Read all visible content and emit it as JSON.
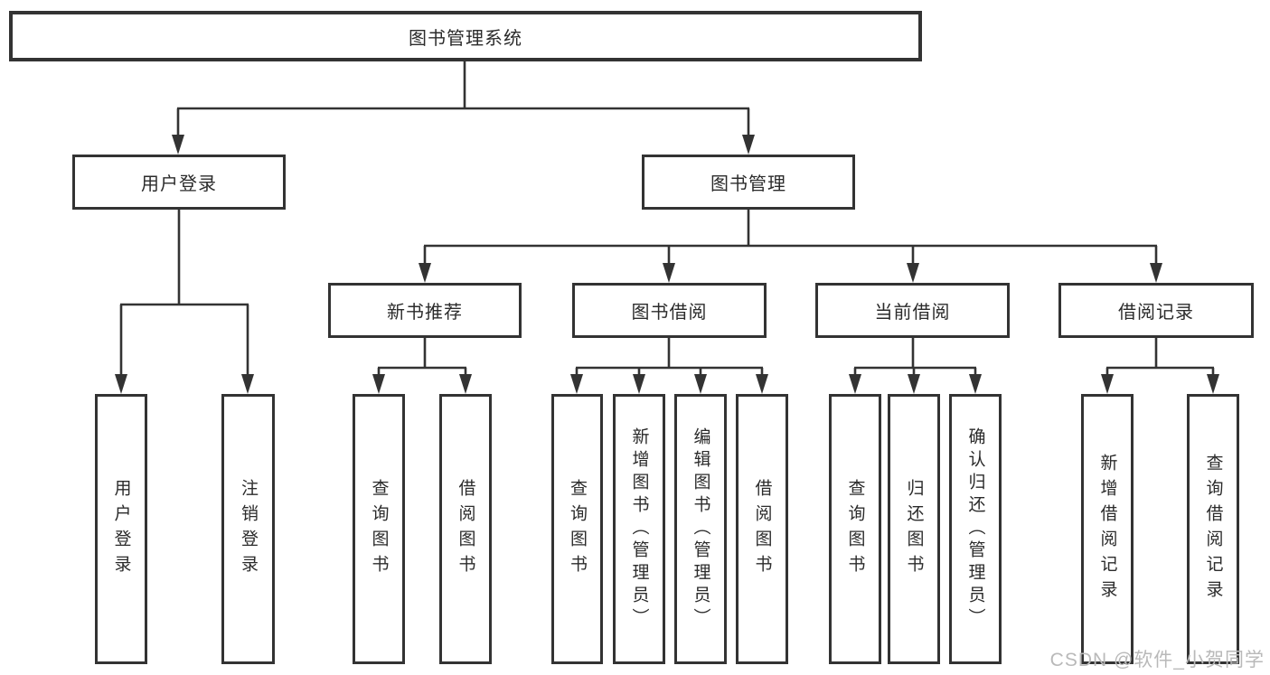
{
  "tree": {
    "label": "图书管理系统",
    "children": [
      {
        "label": "用户登录",
        "children": [
          {
            "label": "用户登录"
          },
          {
            "label": "注销登录"
          }
        ]
      },
      {
        "label": "图书管理",
        "children": [
          {
            "label": "新书推荐",
            "children": [
              {
                "label": "查询图书"
              },
              {
                "label": "借阅图书"
              }
            ]
          },
          {
            "label": "图书借阅",
            "children": [
              {
                "label": "查询图书"
              },
              {
                "label": "新增图书（管理员）"
              },
              {
                "label": "编辑图书（管理员）"
              },
              {
                "label": "借阅图书"
              }
            ]
          },
          {
            "label": "当前借阅",
            "children": [
              {
                "label": "查询图书"
              },
              {
                "label": "归还图书"
              },
              {
                "label": "确认归还（管理员）"
              }
            ]
          },
          {
            "label": "借阅记录",
            "children": [
              {
                "label": "新增借阅记录"
              },
              {
                "label": "查询借阅记录"
              }
            ]
          }
        ]
      }
    ]
  },
  "watermark": {
    "text": "CSDN @软件_小贺同学",
    "color": "#b9b9b9"
  },
  "colors": {
    "line": "#333333",
    "box_border": "#333333",
    "text": "#2b2b2b",
    "background": "#ffffff"
  }
}
